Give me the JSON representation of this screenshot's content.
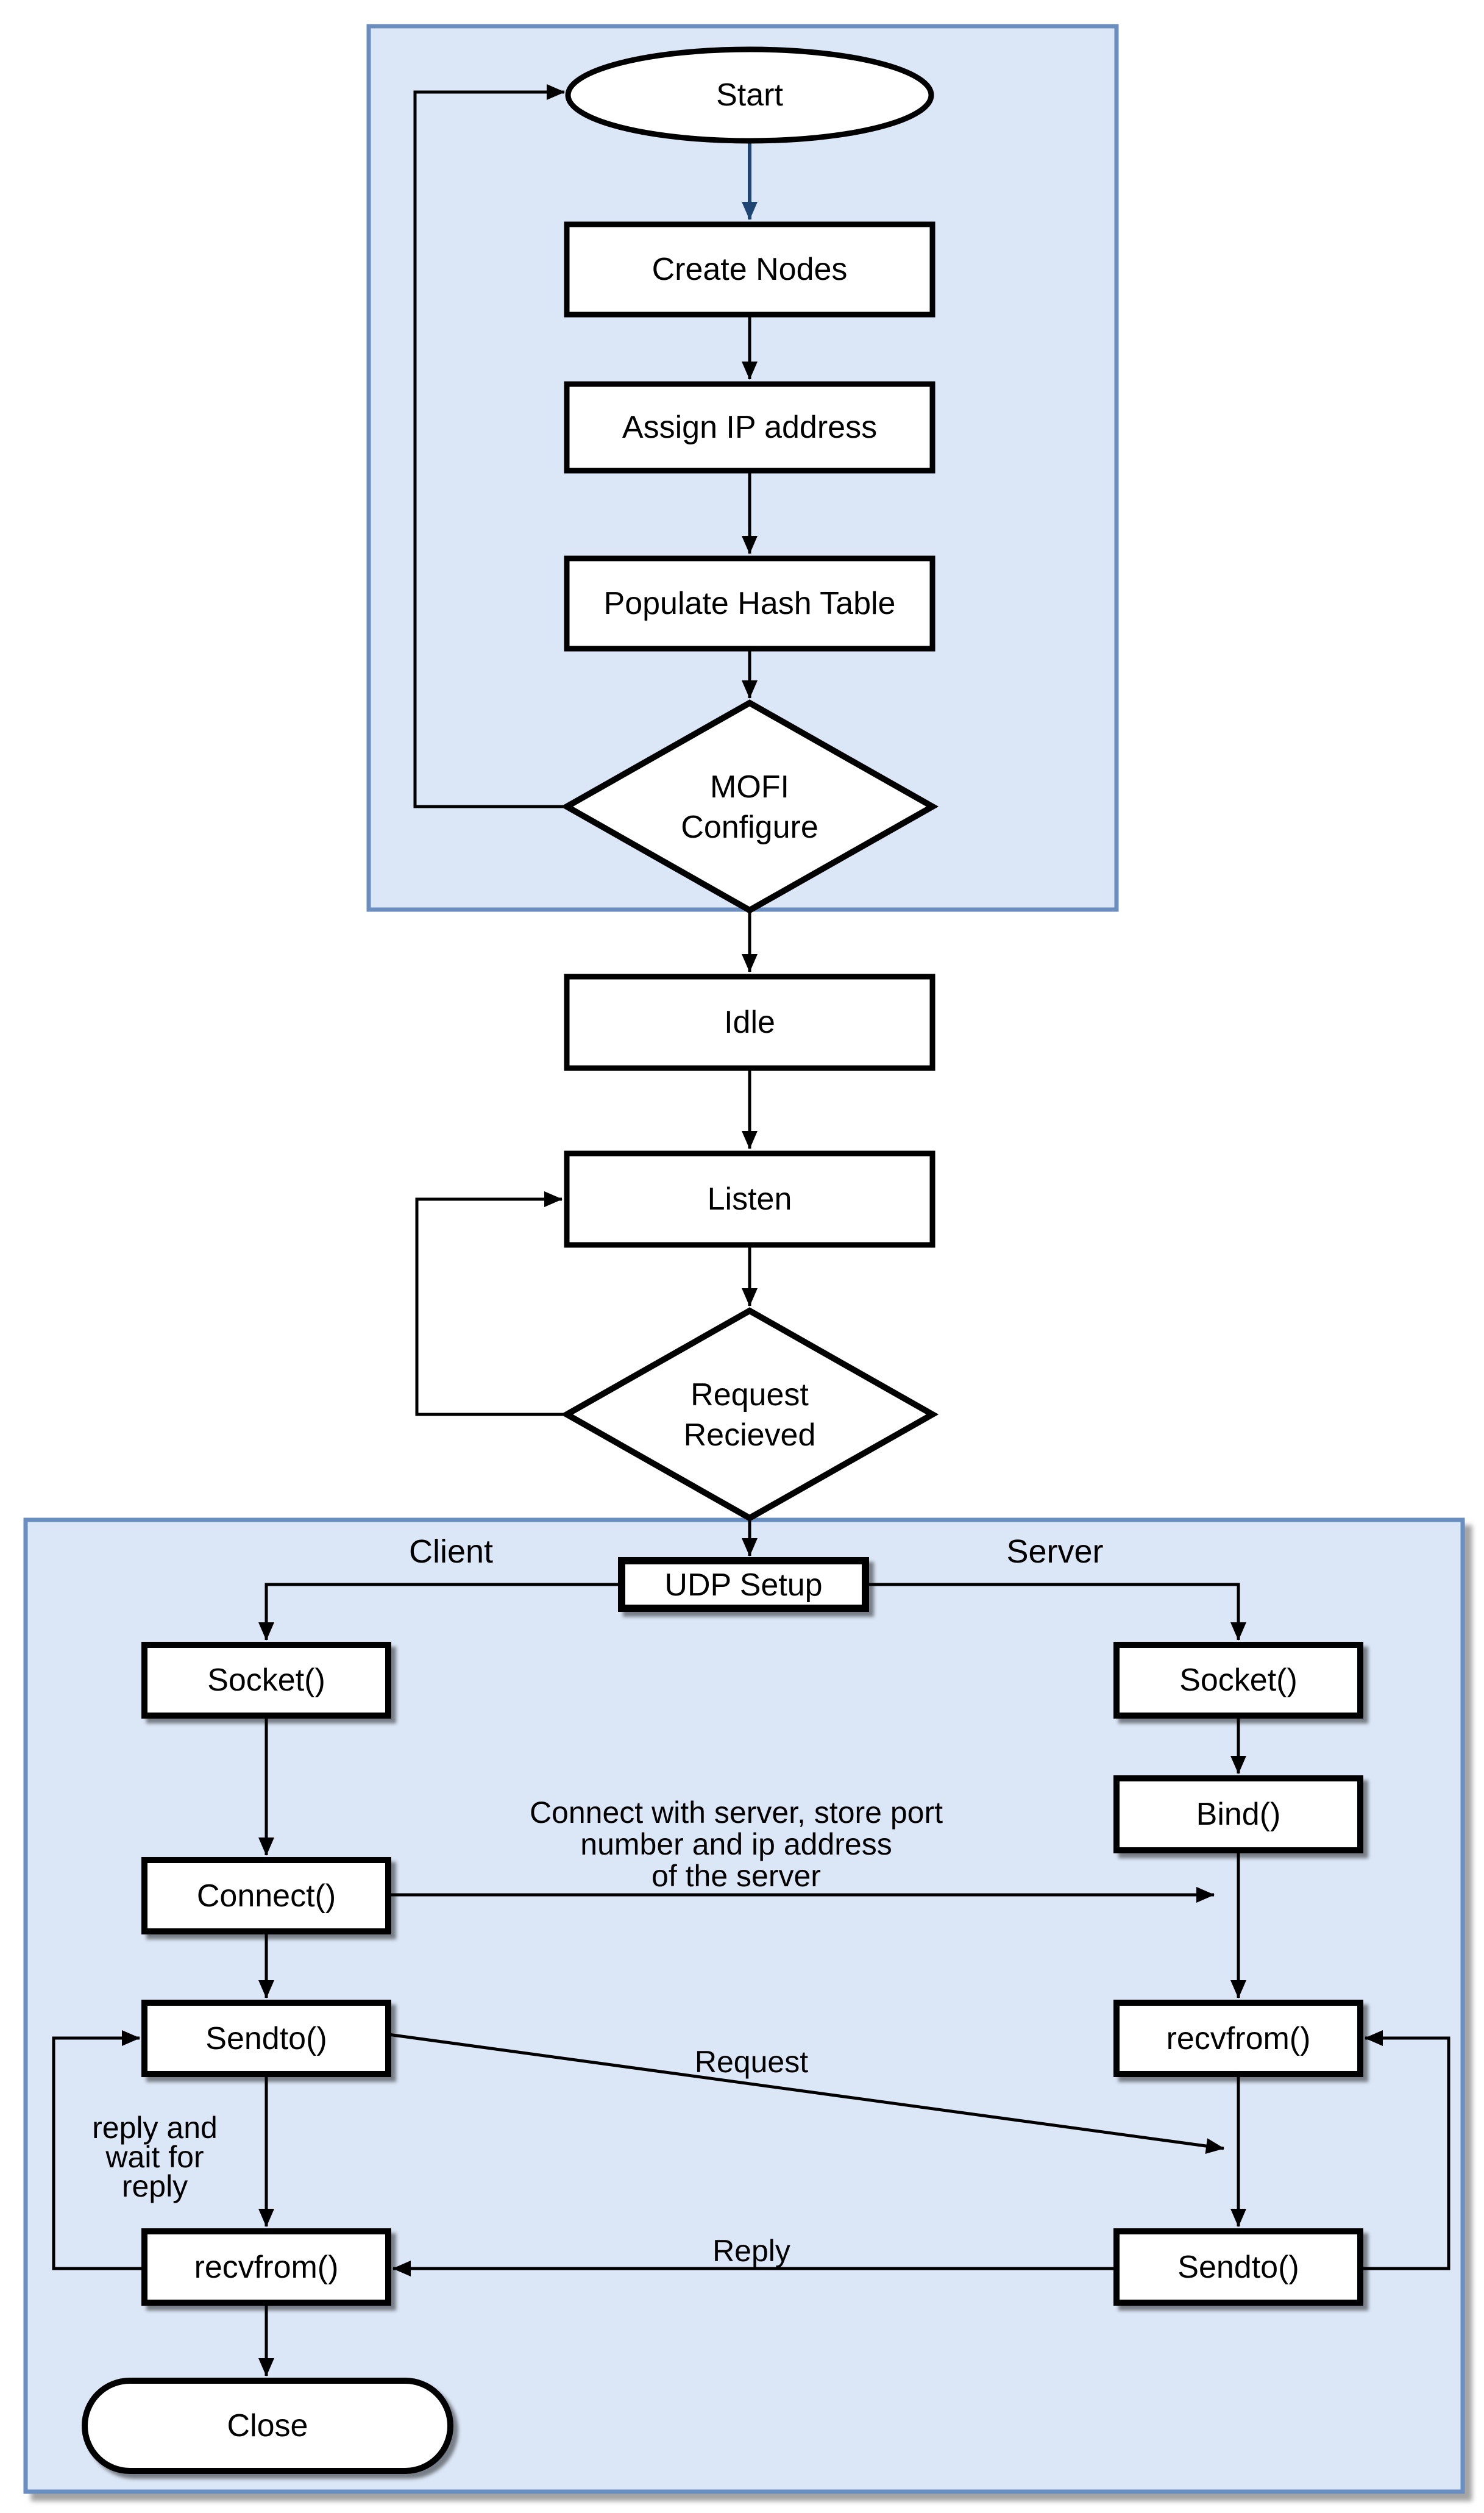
{
  "diagram": {
    "colors": {
      "section_fill": "#dbe6f6",
      "section_border": "#6b8ebf",
      "node_fill": "#ffffff",
      "node_border": "#000000",
      "edge": "#000000",
      "start_edge": "#1f4673",
      "shadow": "#9a9a9a"
    },
    "nodes": {
      "start": {
        "label": "Start"
      },
      "create_nodes": {
        "label": "Create Nodes"
      },
      "assign_ip": {
        "label": "Assign IP address"
      },
      "populate_hash": {
        "label": "Populate Hash Table"
      },
      "mofi_configure": {
        "line1": "MOFI",
        "line2": "Configure"
      },
      "idle": {
        "label": "Idle"
      },
      "listen": {
        "label": "Listen"
      },
      "request_received": {
        "line1": "Request",
        "line2": "Recieved"
      },
      "udp_setup": {
        "label": "UDP Setup"
      },
      "client_socket": {
        "label": "Socket()"
      },
      "server_socket": {
        "label": "Socket()"
      },
      "bind": {
        "label": "Bind()"
      },
      "connect": {
        "label": "Connect()"
      },
      "client_sendto": {
        "label": "Sendto()"
      },
      "server_recvfrom": {
        "label": "recvfrom()"
      },
      "client_recvfrom": {
        "label": "recvfrom()"
      },
      "server_sendto": {
        "label": "Sendto()"
      },
      "close": {
        "label": "Close"
      }
    },
    "labels": {
      "client_lane": "Client",
      "server_lane": "Server",
      "connect_note": {
        "line1": "Connect with server, store port",
        "line2": "number and ip address",
        "line3": "of the server"
      },
      "request_edge": "Request",
      "reply_edge": "Reply",
      "client_loop_note": {
        "line1": "reply and",
        "line2": "wait for",
        "line3": "reply"
      }
    }
  }
}
